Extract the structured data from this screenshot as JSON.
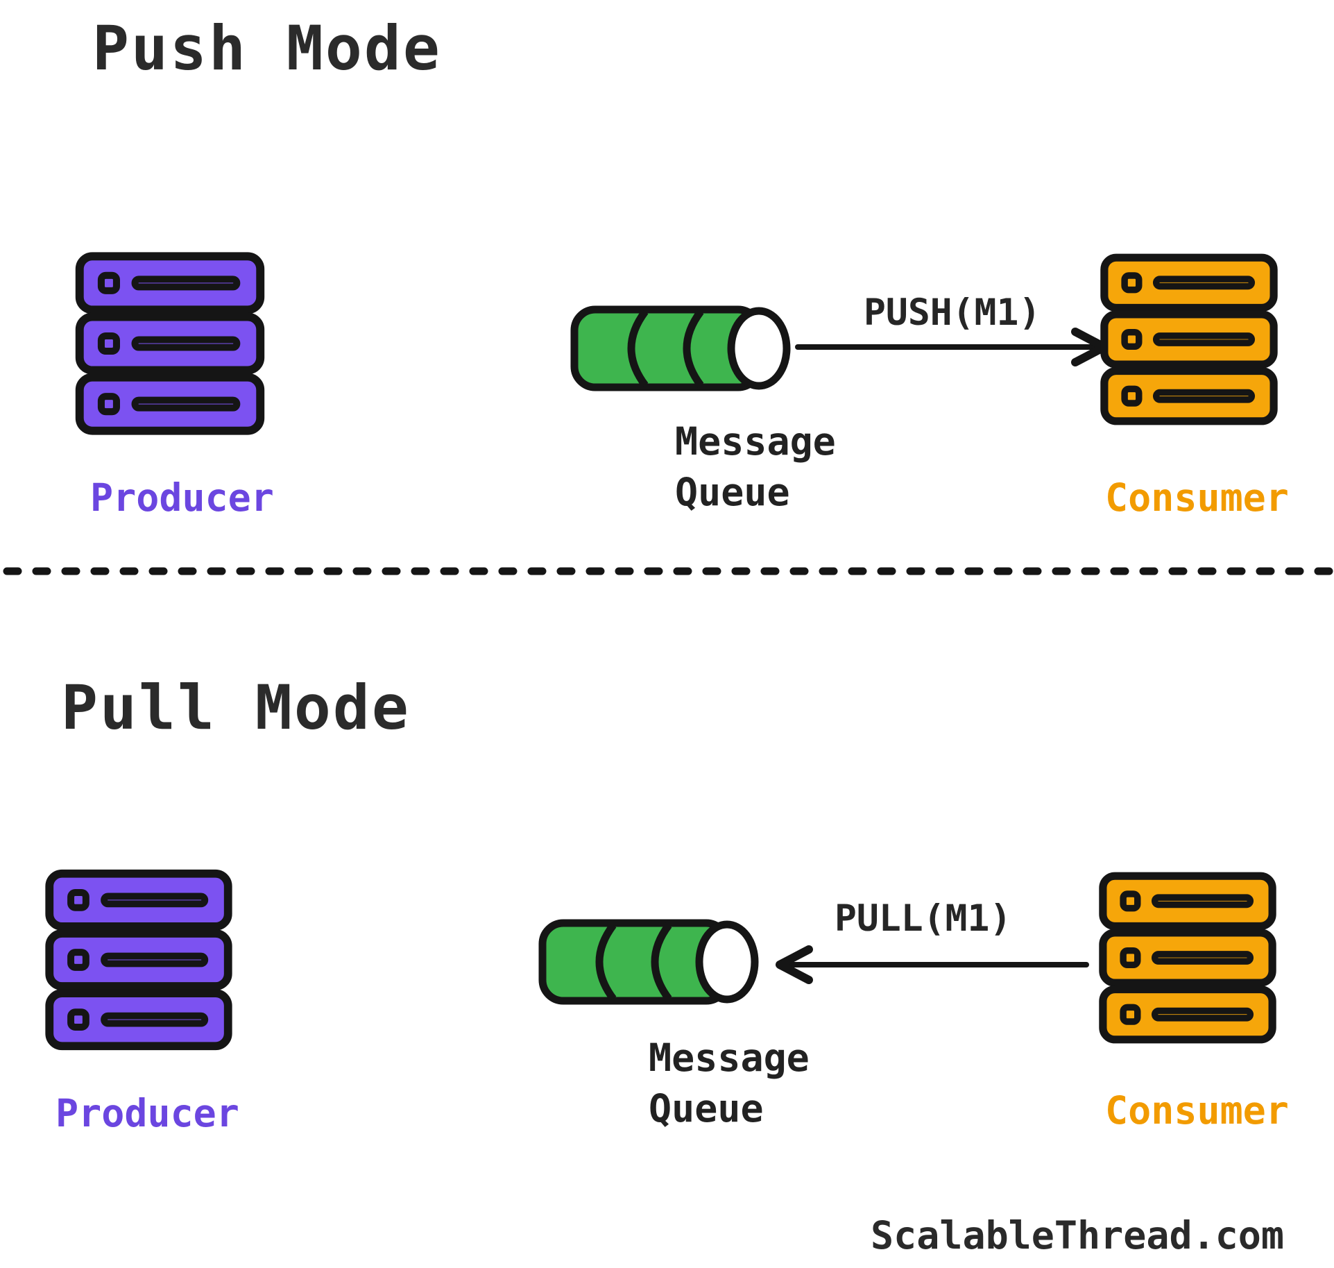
{
  "push": {
    "title": "Push Mode",
    "producer_label": "Producer",
    "consumer_label": "Consumer",
    "queue_label": "Message\nQueue",
    "arrow_label": "PUSH(M1)",
    "arrow_direction": "queue-to-consumer"
  },
  "pull": {
    "title": "Pull Mode",
    "producer_label": "Producer",
    "consumer_label": "Consumer",
    "queue_label": "Message\nQueue",
    "arrow_label": "PULL(M1)",
    "arrow_direction": "consumer-to-queue"
  },
  "watermark": "ScalableThread.com",
  "icons": {
    "producer": "server-stack-icon",
    "consumer": "server-stack-icon",
    "queue": "cylinder-queue-icon",
    "push_arrow": "arrow-right-icon",
    "pull_arrow": "arrow-left-icon",
    "divider": "dashed-divider"
  },
  "colors": {
    "producer_fill": "#7C52F1",
    "producer_text": "#6B46E0",
    "consumer_fill": "#F6A60A",
    "consumer_text": "#F29B00",
    "queue_fill": "#3EB54E",
    "stroke": "#151515",
    "text": "#2B2B2B",
    "bg": "#FFFFFF"
  }
}
